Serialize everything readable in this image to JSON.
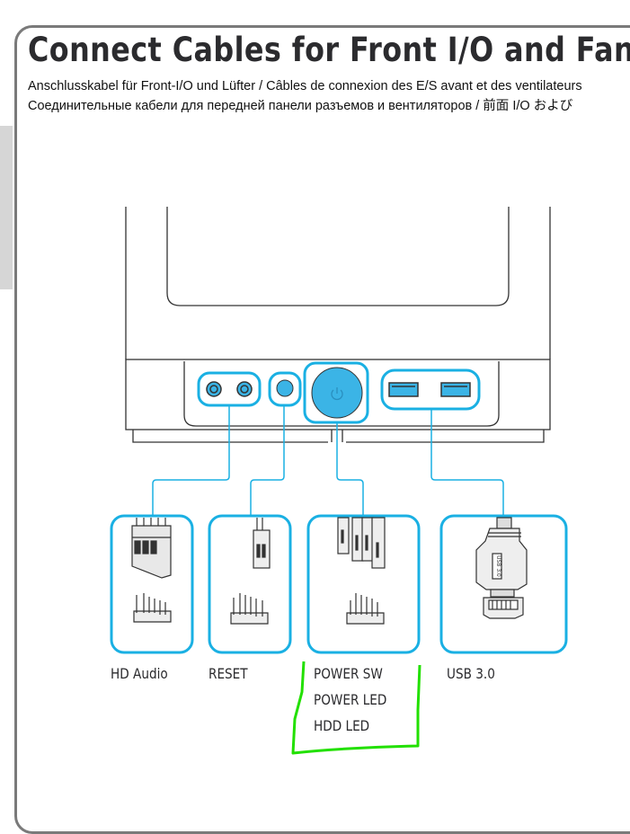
{
  "page": {
    "title": "Connect Cables for Front I/O and Fans",
    "subtitle_line1": "Anschlusskabel für Front-I/O und Lüfter / Câbles de connexion des E/S avant et des ventilateurs",
    "subtitle_line2": "Соединительные кабели для передней панели разъемов и вентиляторов / 前面 I/O および"
  },
  "connectors": [
    {
      "label": "HD Audio"
    },
    {
      "label": "RESET"
    },
    {
      "labels": [
        "POWER SW",
        "POWER LED",
        "HDD LED"
      ]
    },
    {
      "label": "USB 3.0",
      "plug_text": "USB 3.0"
    }
  ],
  "colors": {
    "accent": "#1ab0e3",
    "port_fill": "#3bb4e6",
    "highlight": "#22e000",
    "frame": "#7a7a7a"
  }
}
